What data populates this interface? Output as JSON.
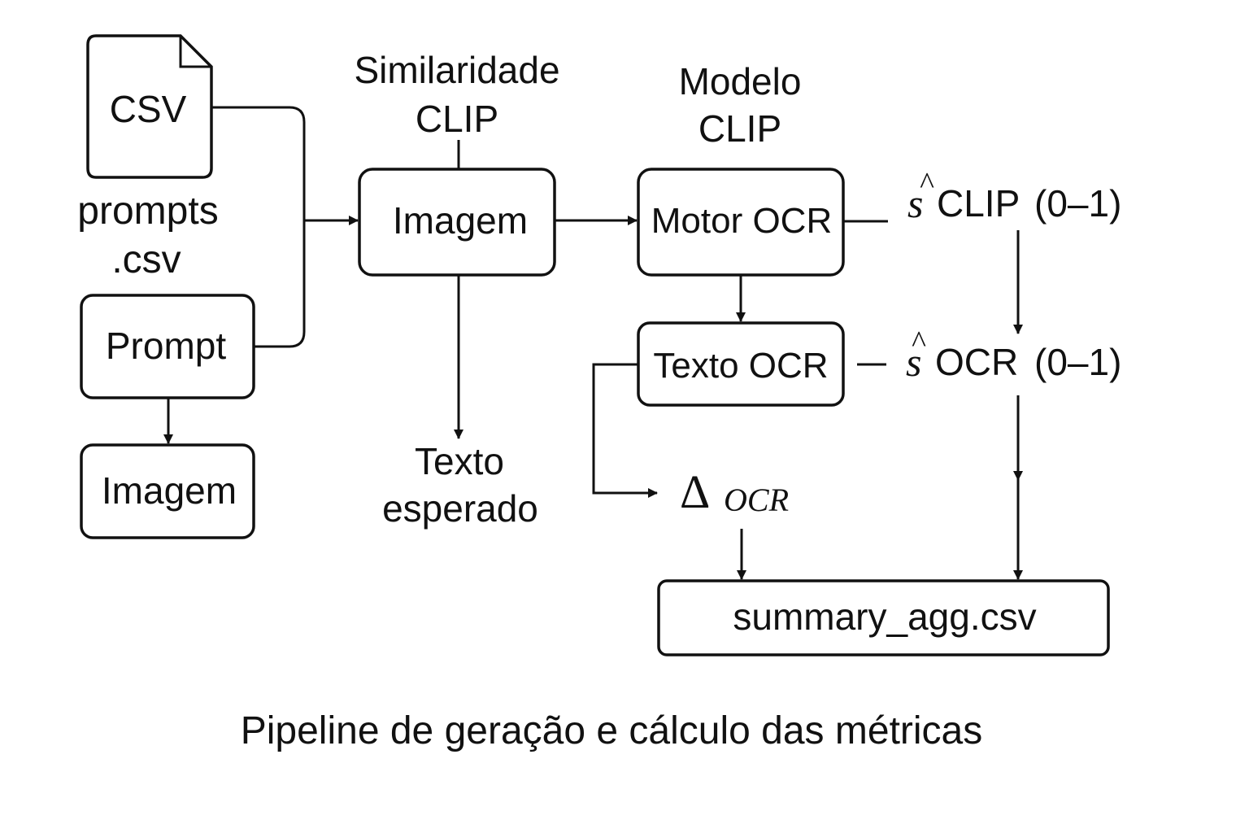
{
  "diagram": {
    "nodes": {
      "csv_file": {
        "label": "CSV",
        "caption_line1": "prompts",
        "caption_line2": ".csv"
      },
      "prompt": {
        "label": "Prompt"
      },
      "imagem_left": {
        "label": "Imagem"
      },
      "imagem_center": {
        "label": "Imagem"
      },
      "similaridade": {
        "line1": "Similaridade",
        "line2": "CLIP"
      },
      "texto_esperado": {
        "line1": "Texto",
        "line2": "esperado"
      },
      "modelo_clip": {
        "line1": "Modelo",
        "line2": "CLIP"
      },
      "motor_ocr": {
        "label": "Motor OCR"
      },
      "texto_ocr": {
        "label": "Texto OCR"
      },
      "s_clip": {
        "symbol": "s",
        "hat": "^",
        "name": "CLIP",
        "range": "(0–1)"
      },
      "s_ocr": {
        "symbol": "s",
        "hat": "^",
        "name": "OCR",
        "range": "(0–1)"
      },
      "delta_ocr": {
        "symbol": "Δ",
        "subscript": "OCR"
      },
      "summary": {
        "label": "summary_agg.csv"
      }
    },
    "caption": "Pipeline de geração e cálculo das métricas"
  },
  "colors": {
    "stroke": "#111111",
    "background": "#ffffff"
  }
}
